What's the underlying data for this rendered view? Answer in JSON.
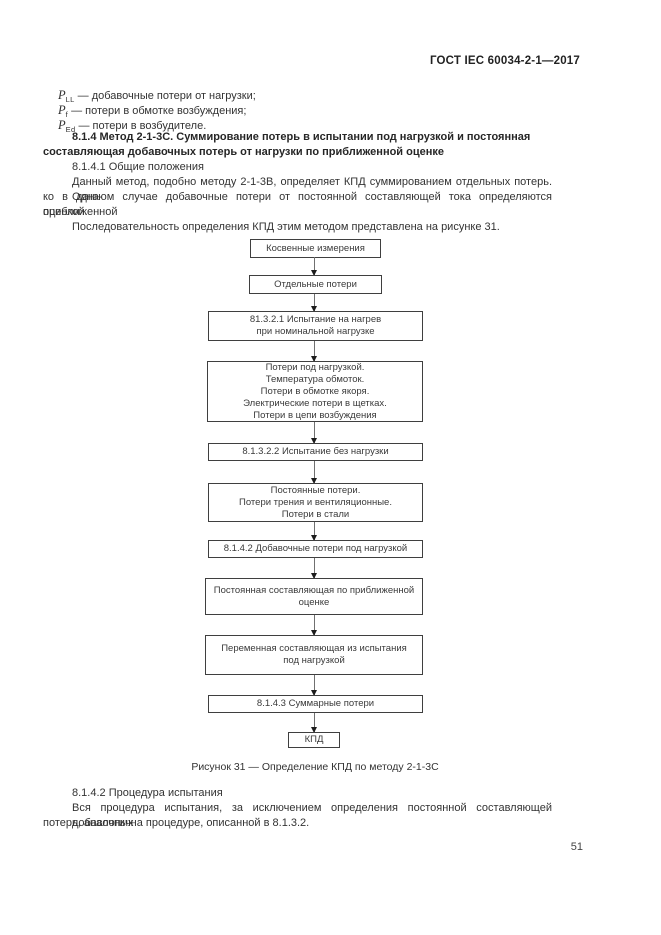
{
  "header": {
    "doc_code": "ГОСТ IEC 60034-2-1—2017"
  },
  "definitions": [
    {
      "symbol": "P",
      "subscript": "LL",
      "text": "— добавочные потери от нагрузки;"
    },
    {
      "symbol": "P",
      "subscript": "f",
      "text": "— потери в обмотке возбуждения;"
    },
    {
      "symbol": "P",
      "subscript": "Ed",
      "text": "— потери в возбудителе."
    }
  ],
  "section": {
    "title_line1": "8.1.4 Метод 2-1-3С. Суммирование потерь в испытании под нагрузкой и постоянная",
    "title_line2": "составляющая добавочных потерь от нагрузки по приближенной оценке",
    "subsection_title": "8.1.4.1 Общие положения",
    "para1_line1": "Данный метод, подобно методу 2-1-3В, определяет КПД суммированием отдельных потерь. Одна-",
    "para1_line2": "ко в данном случае добавочные потери от постоянной составляющей тока определяются приближенной",
    "para1_line3": "оценкой.",
    "para2": "Последовательность определения КПД этим методом представлена на рисунке 31."
  },
  "flowchart": {
    "boxes": [
      {
        "lines": [
          "Косвенные измерения"
        ]
      },
      {
        "lines": [
          "Отдельные потери"
        ]
      },
      {
        "lines": [
          "81.3.2.1 Испытание на нагрев",
          "при номинальной нагрузке"
        ]
      },
      {
        "lines": [
          "Потери под нагрузкой.",
          "Температура обмоток.",
          "Потери в обмотке якоря.",
          "Электрические потери в щетках.",
          "Потери в цепи возбуждения"
        ]
      },
      {
        "lines": [
          "8.1.3.2.2 Испытание без нагрузки"
        ]
      },
      {
        "lines": [
          "Постоянные потери.",
          "Потери трения и вентиляционные.",
          "Потери в стали"
        ]
      },
      {
        "lines": [
          "8.1.4.2 Добавочные потери под нагрузкой"
        ]
      },
      {
        "lines": [
          "Постоянная составляющая по приближенной",
          "оценке"
        ]
      },
      {
        "lines": [
          "Переменная составляющая из испытания",
          "под нагрузкой"
        ]
      },
      {
        "lines": [
          "8.1.4.3 Суммарные потери"
        ]
      },
      {
        "lines": [
          "КПД"
        ]
      }
    ],
    "caption": "Рисунок 31 — Определение КПД по методу 2-1-3С"
  },
  "section2": {
    "subsection_title": "8.1.4.2 Процедура испытания",
    "para_line1": "Вся процедура испытания, за исключением определения постоянной составляющей добавочных",
    "para_line2": "потерь, аналогична процедуре, описанной в 8.1.3.2."
  },
  "page": {
    "number": "51"
  }
}
